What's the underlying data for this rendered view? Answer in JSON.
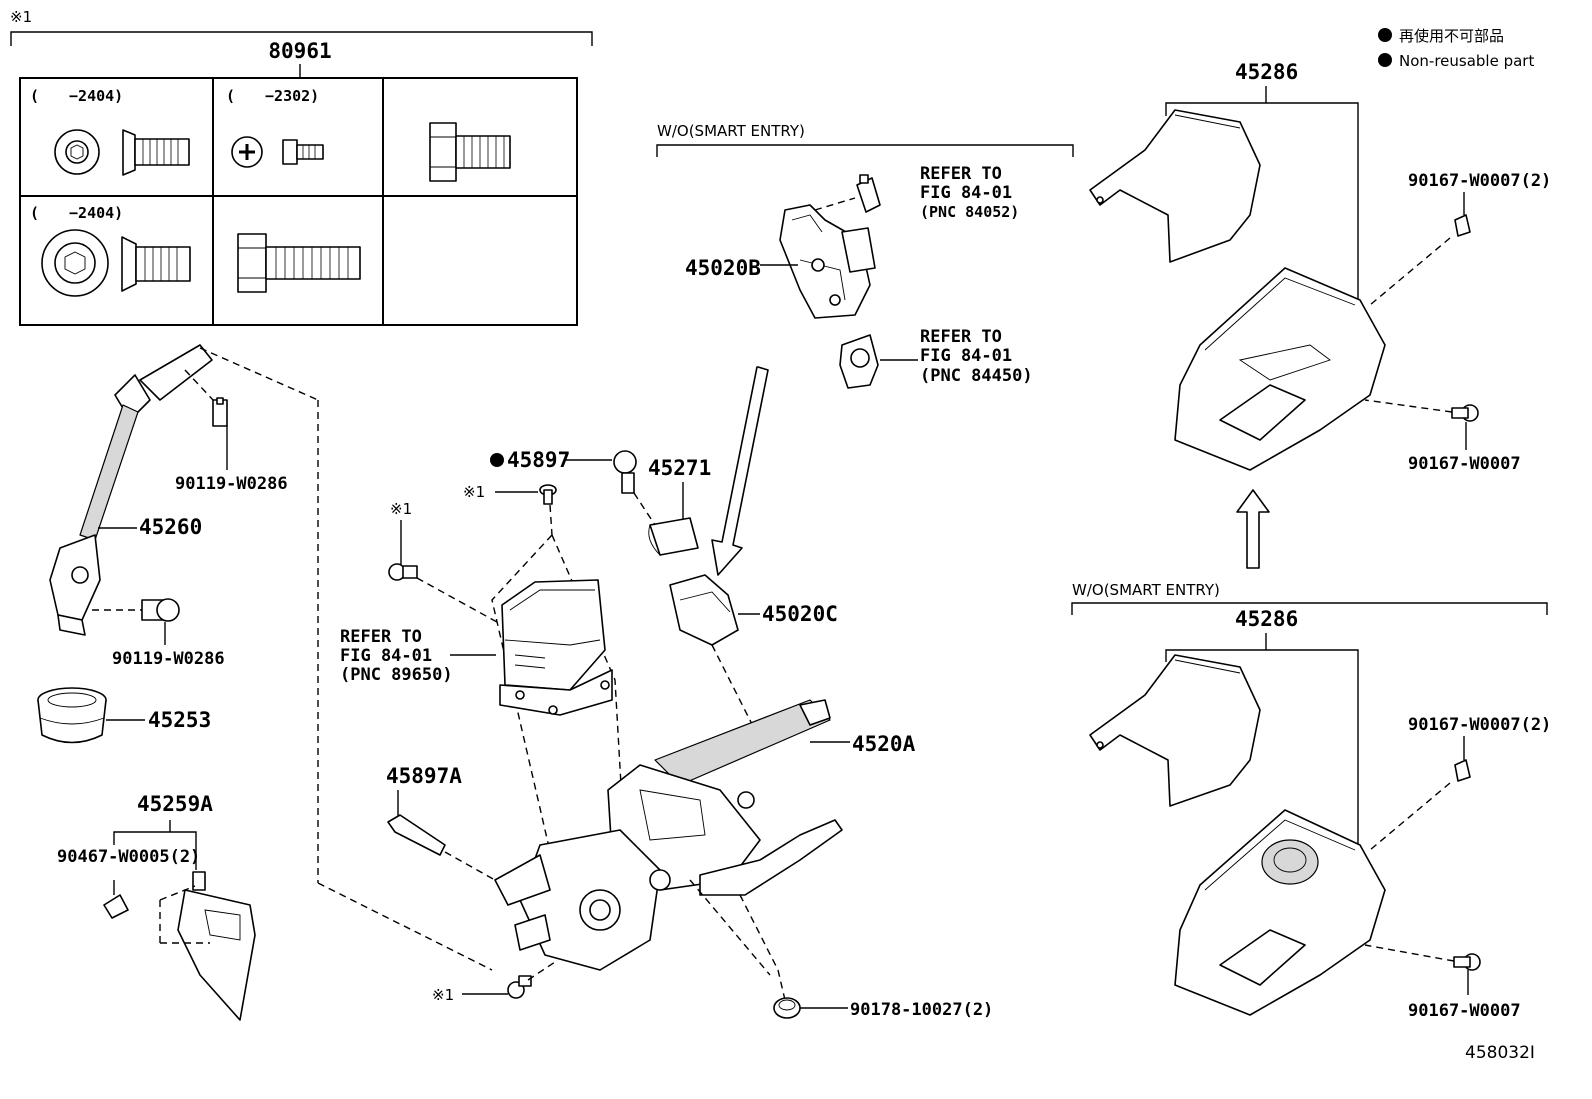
{
  "legend": {
    "jp": "再使用不可部品",
    "en": "Non-reusable part"
  },
  "diagram_code": "458032I",
  "note_mark": "※1",
  "kit": {
    "part": "80961",
    "cells": [
      {
        "range": "(　　−2404)"
      },
      {
        "range": "(　　−2302)"
      },
      {
        "range": ""
      },
      {
        "range": "(　　−2404)"
      },
      {
        "range": ""
      },
      {
        "range": ""
      }
    ]
  },
  "labels": {
    "p45260": "45260",
    "p90119_a": "90119-W0286",
    "p90119_b": "90119-W0286",
    "p45253": "45253",
    "p45259A": "45259A",
    "p90467": "90467-W0005(2)",
    "p45897": "45897",
    "p45271": "45271",
    "p45020B": "45020B",
    "p45020C": "45020C",
    "p4520A": "4520A",
    "p45897A": "45897A",
    "p90178": "90178-10027(2)",
    "p45286_a": "45286",
    "p45286_b": "45286",
    "p90167_a": "90167-W0007(2)",
    "p90167_b": "90167-W0007",
    "p90167_c": "90167-W0007(2)",
    "p90167_d": "90167-W0007",
    "wo_smart_1": "W/O(SMART ENTRY)",
    "wo_smart_2": "W/O(SMART ENTRY)",
    "ref1_l1": "REFER TO",
    "ref1_l2": "FIG 84-01",
    "ref1_l3": "(PNC 84052)",
    "ref2_l1": "REFER TO",
    "ref2_l2": "FIG 84-01",
    "ref2_l3": "(PNC 84450)",
    "ref3_l1": "REFER TO",
    "ref3_l2": "FIG 84-01",
    "ref3_l3": "(PNC 89650)"
  }
}
